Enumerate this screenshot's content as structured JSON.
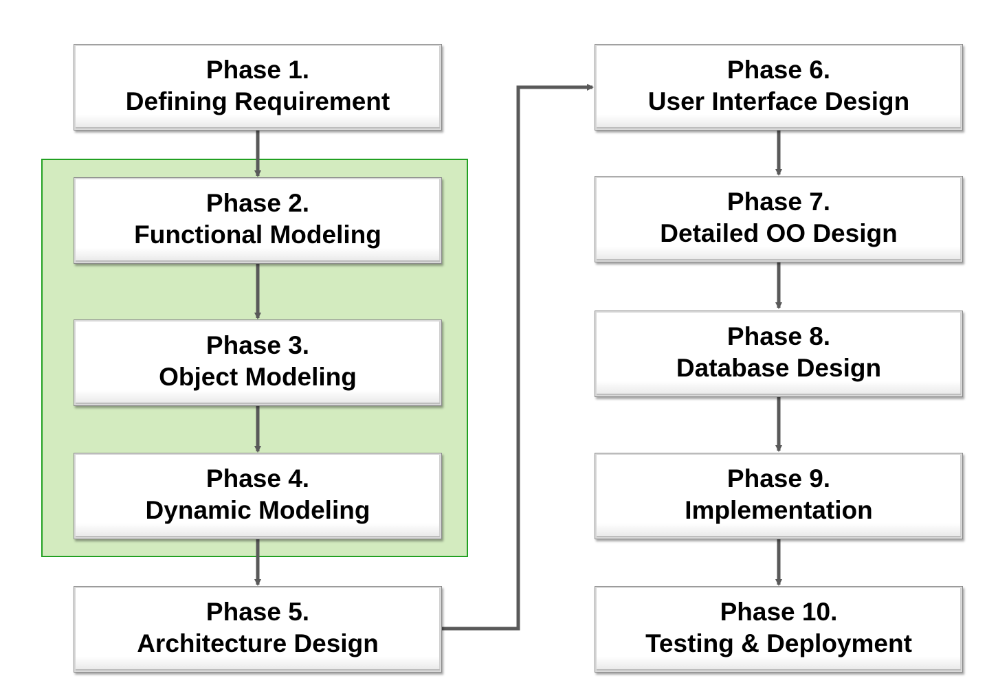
{
  "colors": {
    "group_fill": "#d3ebbf",
    "group_border": "#22a022",
    "arrow": "#595959",
    "box_fill": "#ffffff",
    "text": "#000000"
  },
  "phases": [
    {
      "number": "Phase 1.",
      "name": "Defining Requirement"
    },
    {
      "number": "Phase 2.",
      "name": "Functional Modeling"
    },
    {
      "number": "Phase 3.",
      "name": "Object Modeling"
    },
    {
      "number": "Phase 4.",
      "name": "Dynamic Modeling"
    },
    {
      "number": "Phase 5.",
      "name": "Architecture Design"
    },
    {
      "number": "Phase 6.",
      "name": "User Interface Design"
    },
    {
      "number": "Phase 7.",
      "name": "Detailed OO Design"
    },
    {
      "number": "Phase 8.",
      "name": "Database Design"
    },
    {
      "number": "Phase 9.",
      "name": "Implementation"
    },
    {
      "number": "Phase 10.",
      "name": "Testing & Deployment"
    }
  ],
  "flow": [
    {
      "from": 1,
      "to": 2
    },
    {
      "from": 2,
      "to": 3
    },
    {
      "from": 3,
      "to": 4
    },
    {
      "from": 4,
      "to": 5
    },
    {
      "from": 5,
      "to": 6
    },
    {
      "from": 6,
      "to": 7
    },
    {
      "from": 7,
      "to": 8
    },
    {
      "from": 8,
      "to": 9
    },
    {
      "from": 9,
      "to": 10
    }
  ],
  "grouped_phases": [
    2,
    3,
    4
  ]
}
